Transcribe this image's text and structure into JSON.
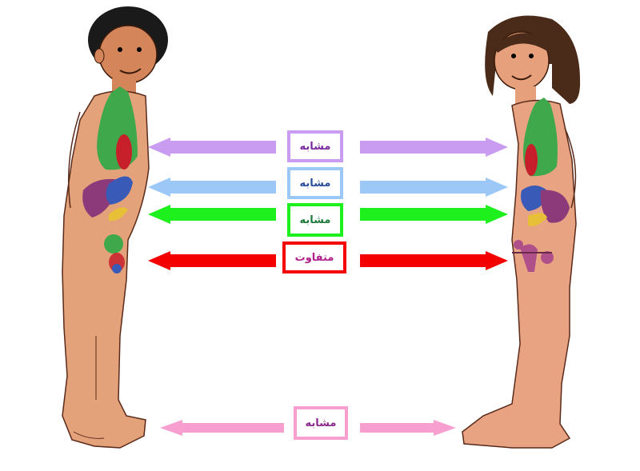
{
  "rows": [
    {
      "label": "مشابه",
      "color": "#c99cf2",
      "text_color": "#7a2aa0"
    },
    {
      "label": "مشابه",
      "color": "#9cc8f8",
      "text_color": "#2a4f9a"
    },
    {
      "label": "مشابه",
      "color": "#1ef01e",
      "text_color": "#1e7a3a"
    },
    {
      "label": "متفاوت",
      "color": "#f40000",
      "text_color": "#b0208a"
    },
    {
      "label": "مشابه",
      "color": "#f7a0cf",
      "text_color": "#8a2a8a"
    }
  ],
  "skin_color": "#e7a07a",
  "organ_colors": {
    "lungs": "#3fa84a",
    "heart": "#c8202a",
    "liver": "#8c3a7a",
    "stomach": "#3a5ab8",
    "bladder": "#e8c038"
  },
  "icons": [
    "boy-figure",
    "girl-figure",
    "arrow-left-icon",
    "arrow-right-icon"
  ]
}
